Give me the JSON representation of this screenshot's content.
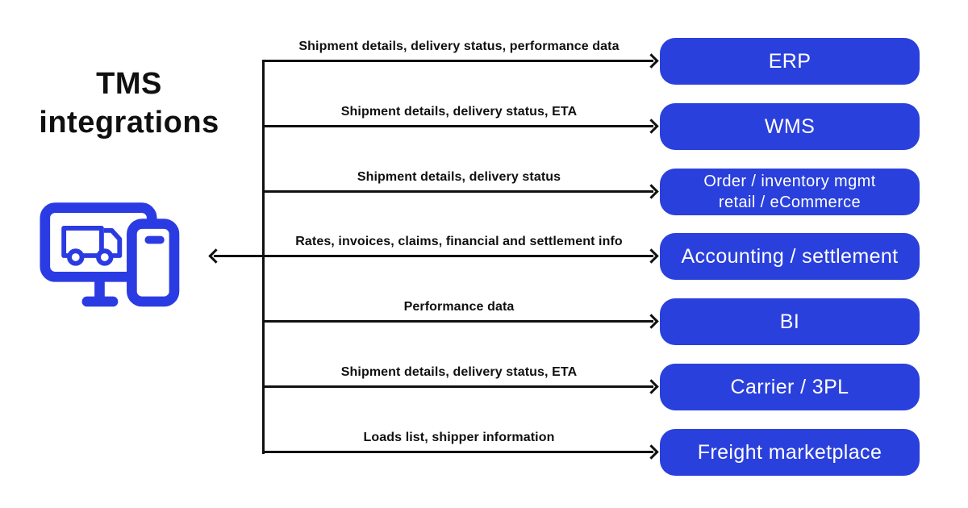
{
  "title": "TMS\nintegrations",
  "icons": {
    "devices": "monitor-with-truck-and-phone-icon",
    "arrows": "black-line-arrows"
  },
  "colors": {
    "box_blue": "#2A40DC",
    "icon_blue": "#2B3BE3",
    "line_black": "#101010",
    "box_text": "#FFFFFF",
    "background": "#FFFFFF"
  },
  "rows": [
    {
      "label": "Shipment details, delivery status, performance data",
      "target": "ERP"
    },
    {
      "label": "Shipment details, delivery status, ETA",
      "target": "WMS"
    },
    {
      "label": "Shipment details, delivery status",
      "target": "Order / inventory mgmt\nretail / eCommerce"
    },
    {
      "label": "Rates, invoices, claims, financial and settlement info",
      "target": "Accounting / settlement"
    },
    {
      "label": "Performance data",
      "target": "BI"
    },
    {
      "label": "Shipment details, delivery status, ETA",
      "target": "Carrier / 3PL"
    },
    {
      "label": "Loads list, shipper information",
      "target": "Freight marketplace"
    }
  ]
}
